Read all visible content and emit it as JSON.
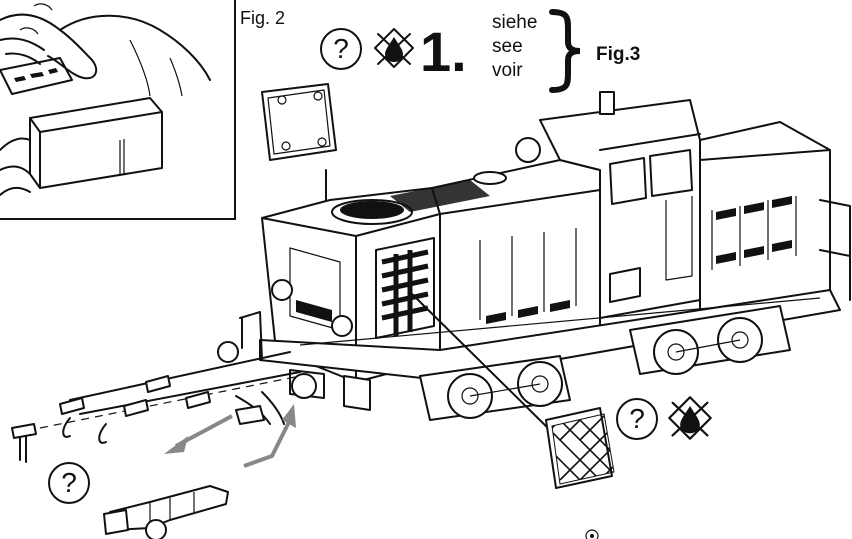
{
  "figure": {
    "label": "Fig. 2",
    "step_number": "1.",
    "reference_words": [
      "siehe",
      "see",
      "voir"
    ],
    "reference_target": "Fig.3",
    "question_symbol": "?"
  },
  "icons": [
    "question-circle-icon",
    "oil-drop-prohibited-icon",
    "curly-brace-icon",
    "arrow-icon"
  ],
  "colors": {
    "line": "#111111",
    "background": "#ffffff"
  }
}
